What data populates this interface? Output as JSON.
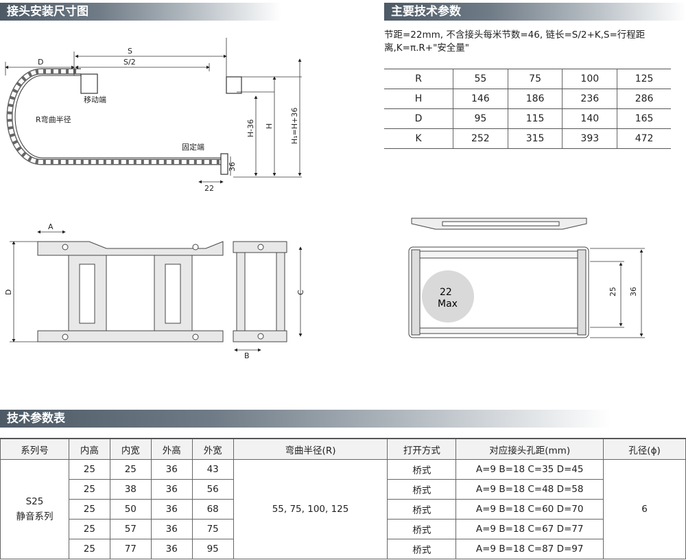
{
  "headers": {
    "install": "接头安装尺寸图",
    "main_params": "主要技术参数",
    "tech_table": "技术参数表"
  },
  "main_params": {
    "text": "节距=22mm, 不含接头每米节数=46, 链长=S/2+K,S=行程距离,K=π.R+\"安全量\"",
    "rows": [
      [
        "R",
        "55",
        "75",
        "100",
        "125"
      ],
      [
        "H",
        "146",
        "186",
        "236",
        "286"
      ],
      [
        "D",
        "95",
        "115",
        "140",
        "165"
      ],
      [
        "K",
        "252",
        "315",
        "393",
        "472"
      ]
    ]
  },
  "drawing_labels": {
    "S": "S",
    "S2": "S/2",
    "D": "D",
    "moving_end": "移动端",
    "bend_radius": "R弯曲半径",
    "fixed_end": "固定端",
    "pitch": "22",
    "h36": "36",
    "H_minus": "H-36",
    "H": "H",
    "H_plus": "H₁=H+36",
    "A": "A",
    "C": "C",
    "B": "B",
    "max_num": "22",
    "max_word": "Max",
    "dim25": "25",
    "dim36": "36"
  },
  "tech_table": {
    "headers": [
      "系列号",
      "内高",
      "内宽",
      "外高",
      "外宽",
      "弯曲半径(R)",
      "打开方式",
      "对应接头孔距(mm)",
      "孔径(ϕ)"
    ],
    "series": "S25\n静音系列",
    "radius": "55, 75, 100, 125",
    "hole": "6",
    "rows": [
      {
        "inner_h": "25",
        "inner_w": "25",
        "outer_h": "36",
        "outer_w": "43",
        "open": "桥式",
        "spacing": "A=9  B=18  C=35  D=45"
      },
      {
        "inner_h": "25",
        "inner_w": "38",
        "outer_h": "36",
        "outer_w": "56",
        "open": "桥式",
        "spacing": "A=9  B=18  C=48  D=58"
      },
      {
        "inner_h": "25",
        "inner_w": "50",
        "outer_h": "36",
        "outer_w": "68",
        "open": "桥式",
        "spacing": "A=9  B=18  C=60  D=70"
      },
      {
        "inner_h": "25",
        "inner_w": "57",
        "outer_h": "36",
        "outer_w": "75",
        "open": "桥式",
        "spacing": "A=9  B=18  C=67  D=77"
      },
      {
        "inner_h": "25",
        "inner_w": "77",
        "outer_h": "36",
        "outer_w": "95",
        "open": "桥式",
        "spacing": "A=9  B=18  C=87  D=97"
      }
    ]
  }
}
